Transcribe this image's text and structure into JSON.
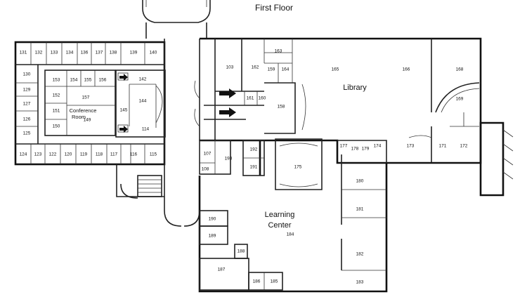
{
  "title": "First Floor",
  "areas": {
    "library": "Library",
    "learning_center_line1": "Learning",
    "learning_center_line2": "Center",
    "conference_line1": "Conference",
    "conference_line2": "Room"
  },
  "rooms": {
    "r103": "103",
    "r107": "107",
    "r108": "108",
    "r114": "114",
    "r115": "115",
    "r116": "116",
    "r117": "117",
    "r118": "118",
    "r119": "119",
    "r120": "120",
    "r122": "122",
    "r123": "123",
    "r124": "124",
    "r125": "125",
    "r126": "126",
    "r127": "127",
    "r129": "129",
    "r130": "130",
    "r131": "131",
    "r132": "132",
    "r133": "133",
    "r134": "134",
    "r136": "136",
    "r137": "137",
    "r138": "138",
    "r139": "139",
    "r140": "140",
    "r142": "142",
    "r144": "144",
    "r145": "145",
    "r149": "149",
    "r150": "150",
    "r151": "151",
    "r152": "152",
    "r153": "153",
    "r154": "154",
    "r155": "155",
    "r156": "156",
    "r157": "157",
    "r158": "158",
    "r159": "159",
    "r160": "160",
    "r161": "161",
    "r162": "162",
    "r163": "163",
    "r164": "164",
    "r165": "165",
    "r166": "166",
    "r168": "168",
    "r169": "169",
    "r171": "171",
    "r172": "172",
    "r173": "173",
    "r174": "174",
    "r175": "175",
    "r177": "177",
    "r178": "178",
    "r179": "179",
    "r180": "180",
    "r181": "181",
    "r182": "182",
    "r183": "183",
    "r184": "184",
    "r185": "185",
    "r186": "186",
    "r187": "187",
    "r188": "188",
    "r189": "189",
    "r190": "190",
    "r191": "191",
    "r192": "192",
    "r193": "193"
  }
}
